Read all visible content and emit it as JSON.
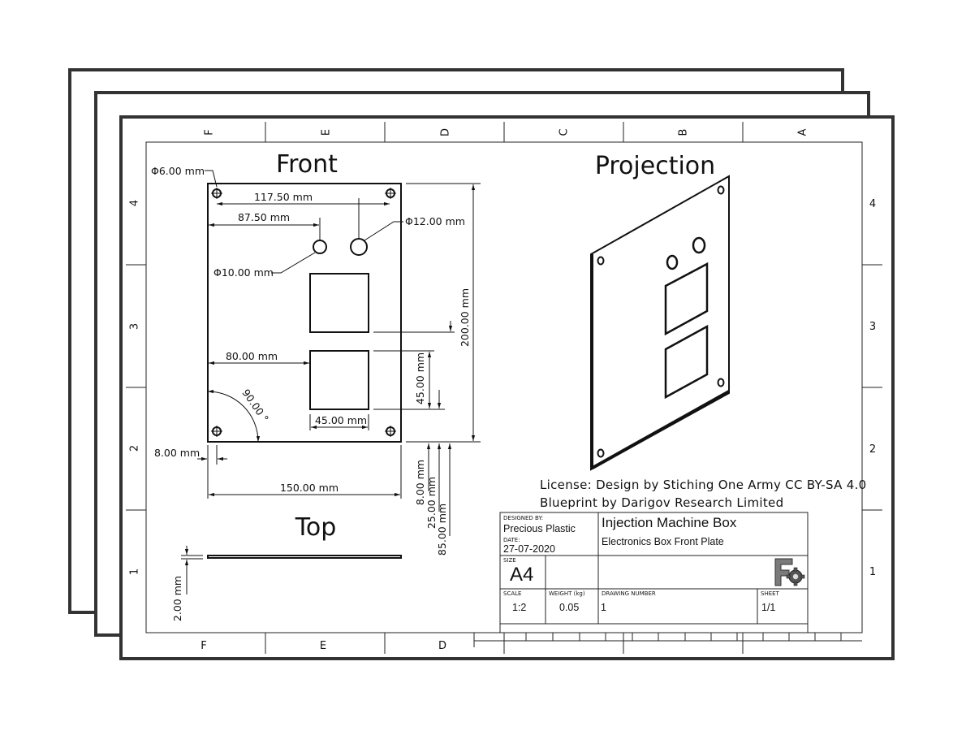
{
  "zones": {
    "columns": [
      "F",
      "E",
      "D",
      "C",
      "B",
      "A"
    ],
    "rows": [
      "4",
      "3",
      "2",
      "1"
    ],
    "bottom_columns": [
      "F",
      "E",
      "D"
    ]
  },
  "views": {
    "front": "Front",
    "projection": "Projection",
    "top": "Top"
  },
  "dimensions": {
    "mount_hole": "Φ6.00 mm",
    "hole_spacing": "117.50 mm",
    "button_offset": "87.50 mm",
    "large_hole": "Φ12.00 mm",
    "small_hole": "Φ10.00 mm",
    "height": "200.00 mm",
    "cutout_offset": "80.00 mm",
    "cutout_height": "45.00 mm",
    "cutout_width": "45.00 mm",
    "angle": "90.00 °",
    "edge_offset": "8.00 mm",
    "width": "150.00 mm",
    "v_offset_1": "8.00 mm",
    "v_offset_2": "25.00 mm",
    "v_offset_3": "85.00 mm",
    "thickness": "2.00 mm"
  },
  "license": {
    "line1": "License: Design by Stiching One Army CC BY-SA 4.0",
    "line2": "Blueprint by Darigov Research Limited"
  },
  "title_block": {
    "designed_by_label": "DESIGNED BY:",
    "designed_by": "Precious Plastic",
    "date_label": "DATE:",
    "date": "27-07-2020",
    "title": "Injection Machine Box",
    "subtitle": "Electronics Box Front Plate",
    "size_label": "SIZE",
    "size": "A4",
    "scale_label": "SCALE",
    "scale": "1:2",
    "weight_label": "WEIGHT (kg)",
    "weight": "0.05",
    "drawing_number_label": "DRAWING NUMBER",
    "drawing_number": "1",
    "sheet_label": "SHEET",
    "sheet": "1/1",
    "logo": "freecad-logo-icon"
  }
}
